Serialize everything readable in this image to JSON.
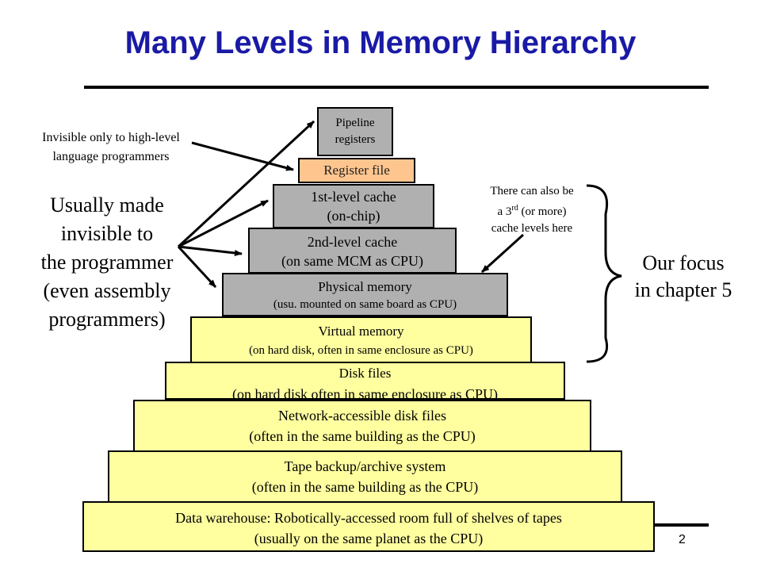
{
  "title": "Many Levels in Memory Hierarchy",
  "levels": [
    {
      "line1": "Pipeline",
      "line2": "registers",
      "color": "#b0b0b0"
    },
    {
      "line1": "Register file",
      "line2": "",
      "color": "#ffc58f"
    },
    {
      "line1": "1st-level cache",
      "line2": "(on-chip)",
      "color": "#b0b0b0"
    },
    {
      "line1": "2nd-level cache",
      "line2": "(on same MCM as CPU)",
      "color": "#b0b0b0"
    },
    {
      "line1": "Physical memory",
      "line2": "(usu. mounted on same board as CPU)",
      "color": "#b0b0b0"
    },
    {
      "line1": "Virtual memory",
      "line2": "(on hard disk, often in same enclosure as CPU)",
      "color": "#ffffa0"
    },
    {
      "line1": "Disk files",
      "line2": "(on hard disk often in same enclosure as CPU)",
      "color": "#ffffa0"
    },
    {
      "line1": "Network-accessible disk files",
      "line2": "(often in the same building as the CPU)",
      "color": "#ffffa0"
    },
    {
      "line1": "Tape backup/archive system",
      "line2": "(often in the same building as the CPU)",
      "color": "#ffffa0"
    },
    {
      "line1": "Data warehouse: Robotically-accessed room full of shelves of tapes",
      "line2": "(usually on the same planet as the CPU)",
      "color": "#ffffa0"
    }
  ],
  "annotations": {
    "invisible_high_level": [
      "Invisible only to high-level",
      "language programmers"
    ],
    "usually_invisible": [
      "Usually made",
      "invisible to",
      "the programmer",
      "(even assembly",
      "programmers)"
    ],
    "extra_cache_1": "There can also be",
    "extra_cache_2a": "a 3",
    "extra_cache_2sup": "rd",
    "extra_cache_2b": " (or more)",
    "extra_cache_3": "cache levels here",
    "focus": [
      "Our focus",
      "in chapter 5"
    ]
  },
  "page_number": "2",
  "colors": {
    "title": "#1a1aa6",
    "gray": "#b0b0b0",
    "yellow": "#ffffa0",
    "orange": "#ffc58f"
  }
}
